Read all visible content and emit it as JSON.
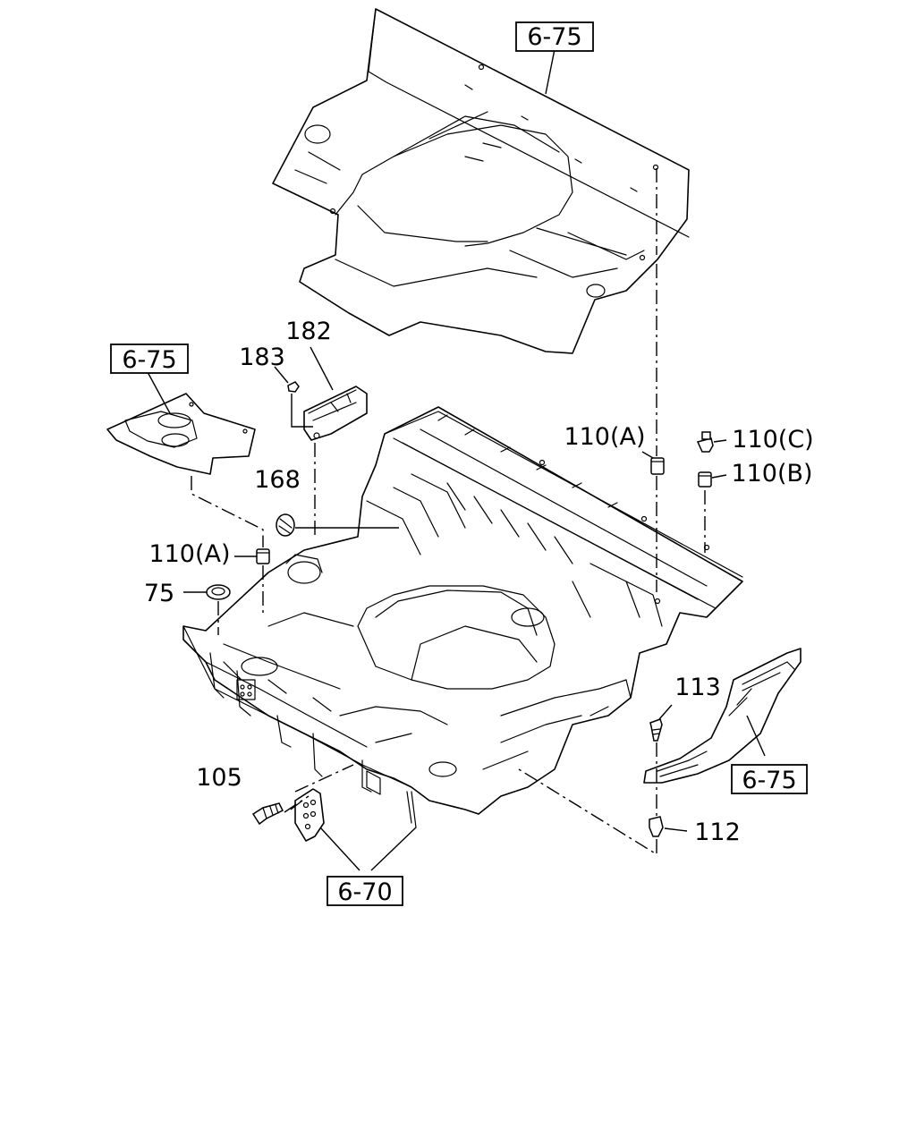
{
  "callouts": {
    "ref_top": "6-75",
    "ref_left": "6-75",
    "ref_right": "6-75",
    "ref_bottom": "6-70",
    "p182": "182",
    "p183": "183",
    "p168": "168",
    "p110a_right": "110(A)",
    "p110c": "110(C)",
    "p110b": "110(B)",
    "p110a_left": "110(A)",
    "p75": "75",
    "p113": "113",
    "p105": "105",
    "p112": "112"
  }
}
